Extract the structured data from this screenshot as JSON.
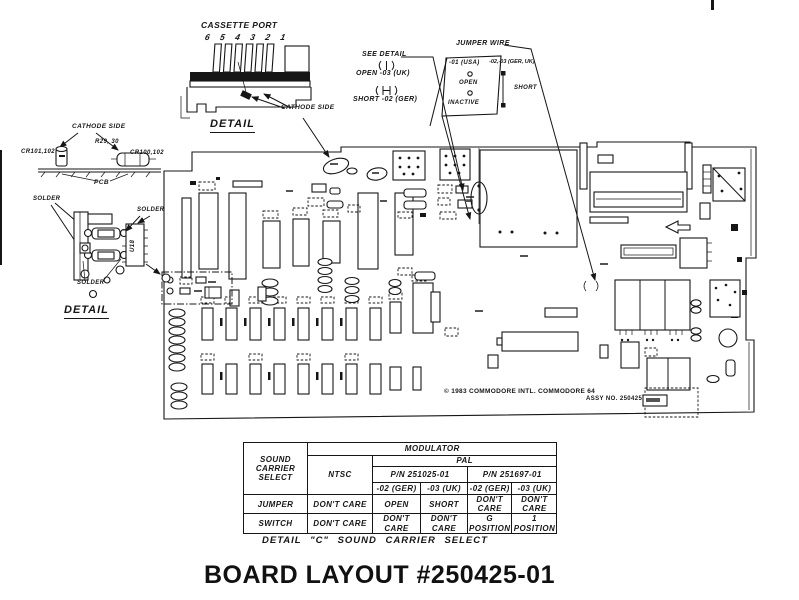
{
  "page": {
    "title": "BOARD LAYOUT #250425-01",
    "ink_color": "#161616"
  },
  "details": {
    "cassette": {
      "title": "CASSETTE PORT",
      "pins": "6 5 4 3 2 1",
      "cathode": "CATHODE SIDE",
      "caption": "DETAIL"
    },
    "diode": {
      "cathode": "CATHODE SIDE",
      "r_ref": "R29, 30",
      "cr_left": "CR101,102",
      "cr_right": "CR100,102",
      "pcb": "PCB"
    },
    "solder": {
      "s1": "SOLDER",
      "s2": "SOLDER",
      "s3": "SOLDER",
      "chip": "U18",
      "caption": "DETAIL"
    }
  },
  "annotations": {
    "see_detail": {
      "title": "SEE DETAIL",
      "open": "OPEN -03 (UK)",
      "short": "SHORT -02 (GER)"
    },
    "jumper_wire": {
      "title": "JUMPER WIRE",
      "usa": "-01 (USA)",
      "open": "OPEN",
      "inactive": "INACTIVE",
      "ger_uk": "-02,-03 (GER, UK)",
      "short": "SHORT"
    }
  },
  "board": {
    "copyright": "© 1983 COMMODORE INTL. COMMODORE 64",
    "assy": "ASSY NO. 250425"
  },
  "table": {
    "corner": "SOUND CARRIER SELECT",
    "modulator": "MODULATOR",
    "ntsc": "NTSC",
    "pal": "PAL",
    "pn_left": "P/N 251025-01",
    "pn_right": "P/N 251697-01",
    "variants": [
      "-02 (GER)",
      "-03 (UK)",
      "-02 (GER)",
      "-03 (UK)"
    ],
    "rows": [
      {
        "label": "JUMPER",
        "cells": [
          "DON'T CARE",
          "OPEN",
          "SHORT",
          "DON'T CARE",
          "DON'T CARE"
        ]
      },
      {
        "label": "SWITCH",
        "cells": [
          "DON'T CARE",
          "DON'T CARE",
          "DON'T CARE",
          "G POSITION",
          "1 POSITION"
        ]
      }
    ],
    "caption": "DETAIL \"C\" SOUND CARRIER SELECT"
  }
}
